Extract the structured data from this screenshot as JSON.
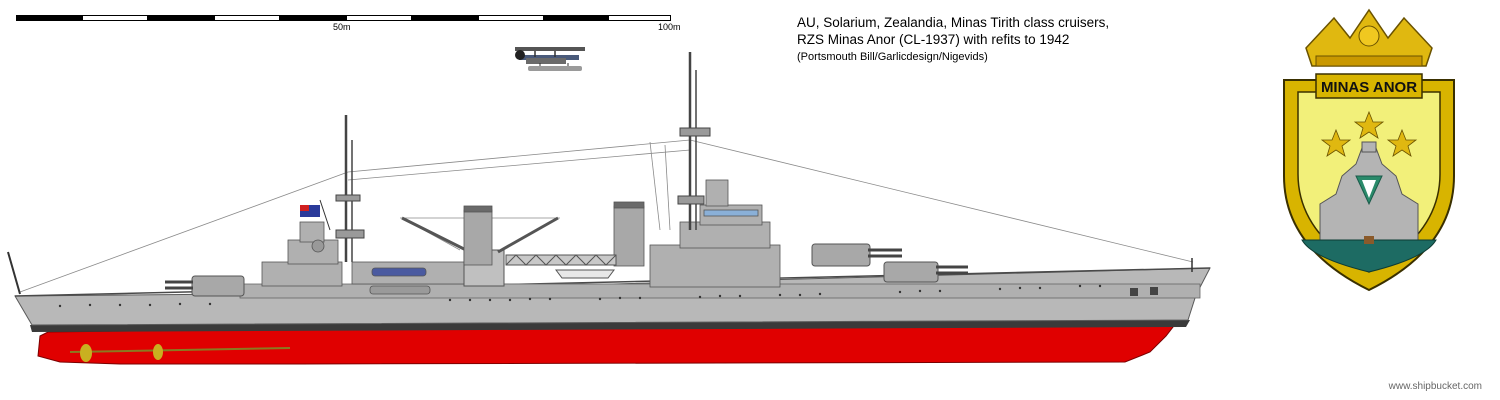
{
  "scale": {
    "label_mid": "50m",
    "label_end": "100m"
  },
  "title": {
    "line1": "AU, Solarium, Zealandia, Minas Tirith class cruisers,",
    "line2": "RZS Minas Anor (CL-1937) with refits to 1942",
    "credits": "(Portsmouth Bill/Garlicdesign/Nigevids)"
  },
  "crest": {
    "name": "MINAS ANOR"
  },
  "watermark": "www.shipbucket.com",
  "colors": {
    "hull_grey": "#b8b8b8",
    "hull_red": "#e00000",
    "boot_black": "#333333",
    "crest_yellow": "#f2f07a",
    "crest_gold": "#d8b400",
    "crest_teal": "#1d6b63"
  }
}
